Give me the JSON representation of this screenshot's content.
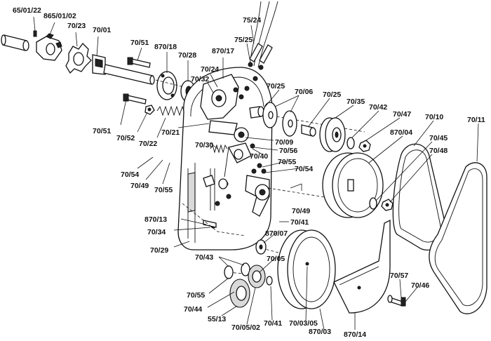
{
  "diagram": {
    "labels": [
      "65/01/22",
      "865/01/02",
      "70/23",
      "70/01",
      "70/51",
      "870/18",
      "70/28",
      "870/17",
      "75/24",
      "75/25",
      "70/24",
      "70/32",
      "70/25",
      "70/06",
      "70/25",
      "70/35",
      "70/42",
      "70/47",
      "70/10",
      "70/11",
      "870/04",
      "70/45",
      "70/48",
      "70/51",
      "70/52",
      "70/22",
      "70/21",
      "70/30",
      "70/09",
      "70/56",
      "70/40",
      "70/55",
      "70/54",
      "70/54",
      "70/49",
      "70/55",
      "70/49",
      "70/41",
      "870/13",
      "70/34",
      "870/07",
      "70/29",
      "70/43",
      "70/05",
      "70/55",
      "70/44",
      "55/13",
      "70/05/02",
      "70/41",
      "70/03/05",
      "870/03",
      "870/14",
      "70/57",
      "70/46"
    ]
  }
}
